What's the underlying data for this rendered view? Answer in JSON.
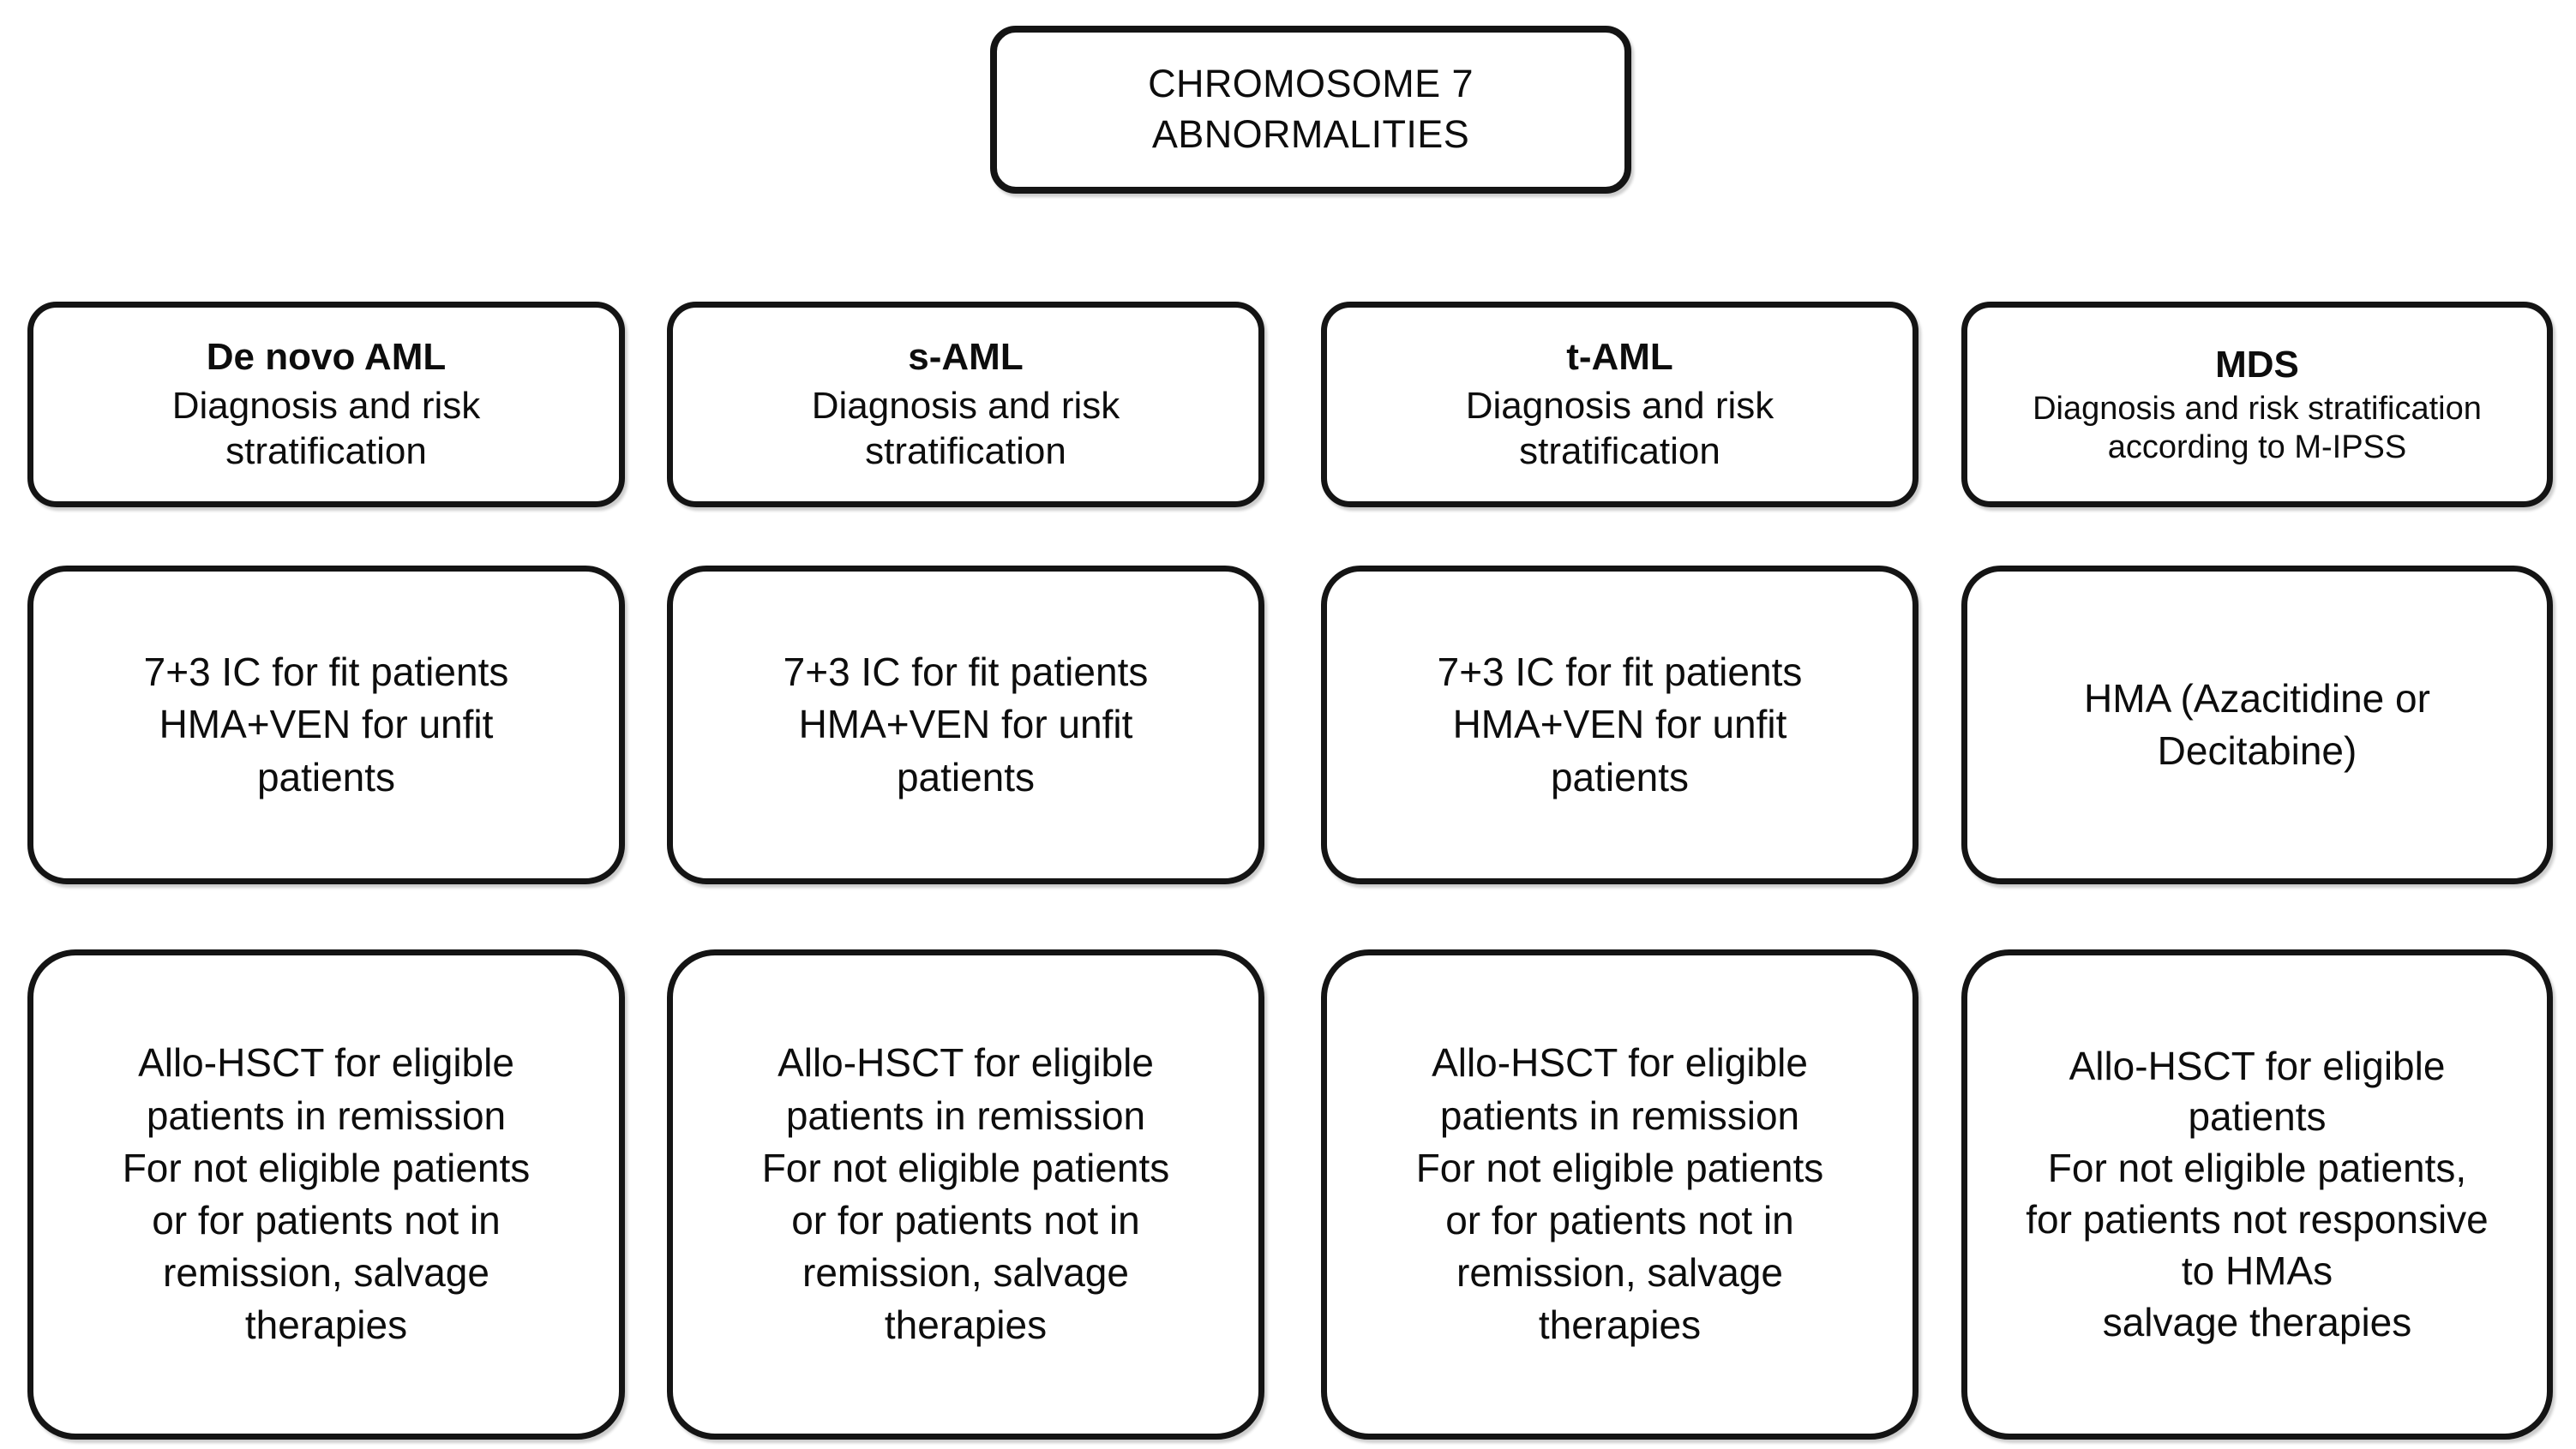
{
  "root": {
    "label_line1": "CHROMOSOME 7",
    "label_line2": "ABNORMALITIES"
  },
  "columns": [
    {
      "id": "de-novo-aml",
      "diagnosis": {
        "title": "De novo AML",
        "line1": "Diagnosis and risk",
        "line2": "stratification"
      },
      "treatment": {
        "line1": "7+3 IC for fit patients",
        "line2": "HMA+VEN for unfit",
        "line3": "patients"
      },
      "transplant": {
        "line1": "Allo-HSCT for eligible",
        "line2": "patients in remission",
        "line3": "For not eligible patients",
        "line4": "or for patients not in",
        "line5": "remission, salvage",
        "line6": "therapies"
      }
    },
    {
      "id": "s-aml",
      "diagnosis": {
        "title": "s-AML",
        "line1": "Diagnosis and risk",
        "line2": "stratification"
      },
      "treatment": {
        "line1": "7+3 IC for fit patients",
        "line2": "HMA+VEN for unfit",
        "line3": "patients"
      },
      "transplant": {
        "line1": "Allo-HSCT for eligible",
        "line2": "patients in remission",
        "line3": "For not eligible patients",
        "line4": "or for patients not in",
        "line5": "remission, salvage",
        "line6": "therapies"
      }
    },
    {
      "id": "t-aml",
      "diagnosis": {
        "title": "t-AML",
        "line1": "Diagnosis and risk",
        "line2": "stratification"
      },
      "treatment": {
        "line1": "7+3 IC for fit patients",
        "line2": "HMA+VEN for unfit",
        "line3": "patients"
      },
      "transplant": {
        "line1": "Allo-HSCT for eligible",
        "line2": "patients in remission",
        "line3": "For not eligible patients",
        "line4": "or for patients not in",
        "line5": "remission, salvage",
        "line6": "therapies"
      }
    },
    {
      "id": "mds",
      "diagnosis": {
        "title": "MDS",
        "line1": "Diagnosis and risk stratification",
        "line2": "according to M-IPSS"
      },
      "treatment": {
        "line1": "HMA (Azacitidine or",
        "line2": "Decitabine)",
        "line3": ""
      },
      "transplant": {
        "line1": "Allo-HSCT for eligible",
        "line2": "patients",
        "line3": "For not eligible patients,",
        "line4": "for patients not responsive",
        "line5": "to HMAs",
        "line6": "salvage therapies"
      }
    }
  ],
  "style": {
    "border_color": "#141414",
    "text_color": "#0d0d0d",
    "background": "#ffffff"
  }
}
